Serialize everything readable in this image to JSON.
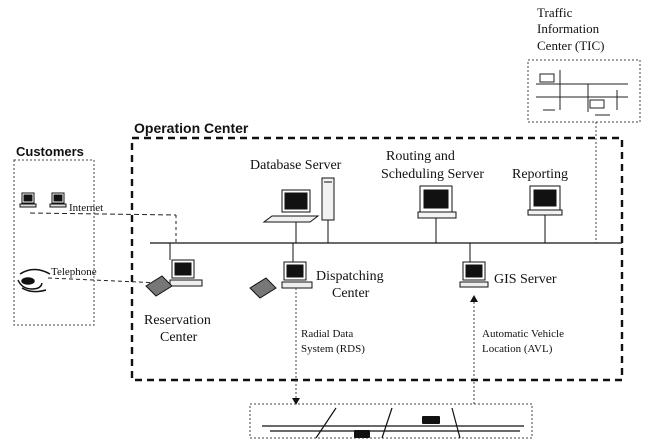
{
  "title": "Operation Center",
  "customers": {
    "title": "Customers",
    "internet": "Internet",
    "telephone": "Telephone"
  },
  "tic": {
    "line1": "Traffic",
    "line2": "Information",
    "line3": "Center (TIC)"
  },
  "servers": {
    "database": "Database Server",
    "routing_line1": "Routing and",
    "routing_line2": "Scheduling Server",
    "reporting": "Reporting",
    "gis": "GIS Server"
  },
  "centers": {
    "reservation_line1": "Reservation",
    "reservation_line2": "Center",
    "dispatching_line1": "Dispatching",
    "dispatching_line2": "Center"
  },
  "links": {
    "rds_line1": "Radial Data",
    "rds_line2": "System (RDS)",
    "avl_line1": "Automatic Vehicle",
    "avl_line2": "Location (AVL)"
  }
}
